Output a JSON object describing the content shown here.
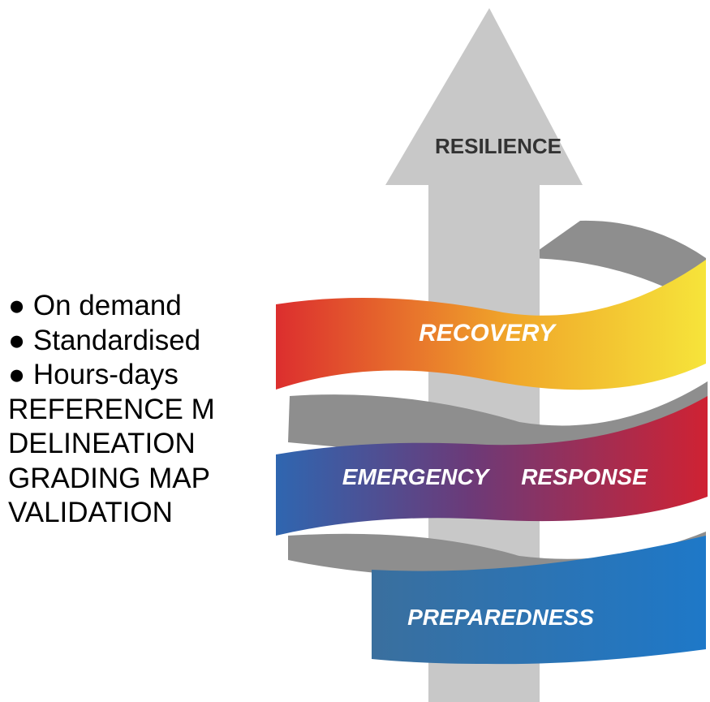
{
  "bullets": [
    {
      "marker": "●",
      "text": "On demand"
    },
    {
      "marker": "●",
      "text": "Standardised"
    },
    {
      "marker": "●",
      "text": "Hours-days"
    }
  ],
  "caps_lines": [
    "REFERENCE M",
    "DELINEATION",
    "GRADING MAP",
    "VALIDATION"
  ],
  "diagram": {
    "arrow_label": "RESILIENCE",
    "bands": {
      "recovery": "RECOVERY",
      "emergency_response_1": "EMERGENCY",
      "emergency_response_2": "RESPONSE",
      "preparedness": "PREPAREDNESS"
    },
    "colors": {
      "arrow": "#c8c8c8",
      "band_inner": "#8e8e8e",
      "recovery_left": "#dc2e2e",
      "recovery_mid": "#f0a72a",
      "recovery_right": "#f6e43a",
      "emergency_left": "#2f66b0",
      "emergency_mid": "#6c3a78",
      "emergency_right": "#cf2233",
      "preparedness": "#3a6f9e",
      "preparedness_right": "#1e78c8"
    }
  }
}
